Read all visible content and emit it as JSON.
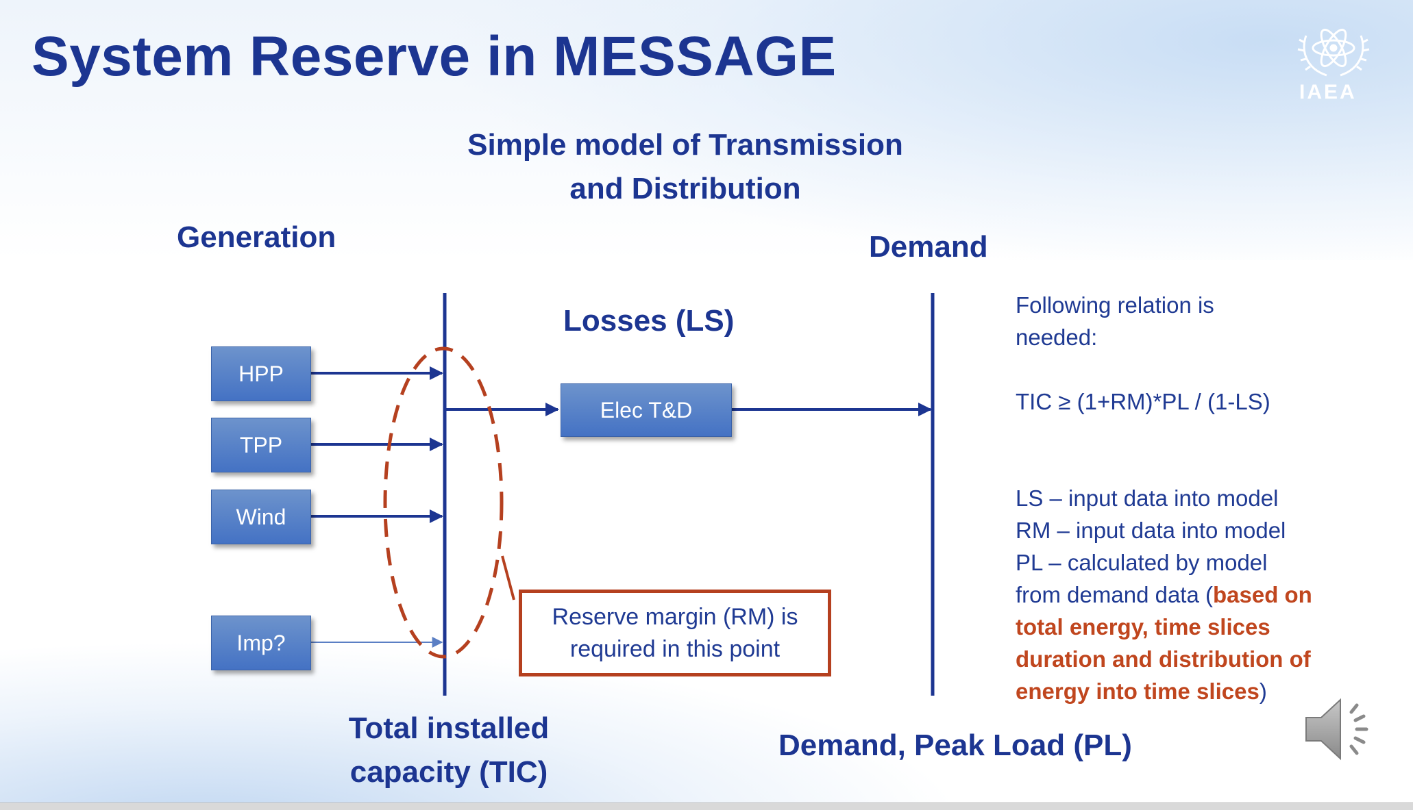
{
  "title": "System Reserve in MESSAGE",
  "logo": {
    "name": "iaea-logo",
    "text": "IAEA"
  },
  "subtitle": "Simple model of Transmission and Distribution",
  "labels": {
    "generation": "Generation",
    "demand": "Demand",
    "losses": "Losses (LS)",
    "tic": "Total installed capacity (TIC)",
    "peak_load": "Demand, Peak Load (PL)"
  },
  "generators": [
    "HPP",
    "TPP",
    "Wind",
    "Imp?"
  ],
  "td_box": "Elec T&D",
  "reserve_note": "Reserve margin (RM) is required in this point",
  "relation": {
    "intro_line1": "Following relation is",
    "intro_line2": "needed:",
    "formula": "TIC ≥ (1+RM)*PL / (1-LS)",
    "ls": "LS – input data into model",
    "rm": "RM – input data into model",
    "pl": "PL – calculated by model",
    "pl_cont": "from demand data (",
    "highlight_line1": "based on",
    "highlight_line2": "total energy, time slices",
    "highlight_line3": "duration and distribution of",
    "highlight_line4": "energy into time slices",
    "close_paren": ")"
  },
  "colors": {
    "title": "#1c3591",
    "text": "#1f3a93",
    "box_fill": "#4472c4",
    "arrow": "#1c3591",
    "highlight": "#c0461e",
    "oval": "#b5401f"
  },
  "icons": {
    "speaker": "speaker-icon"
  }
}
